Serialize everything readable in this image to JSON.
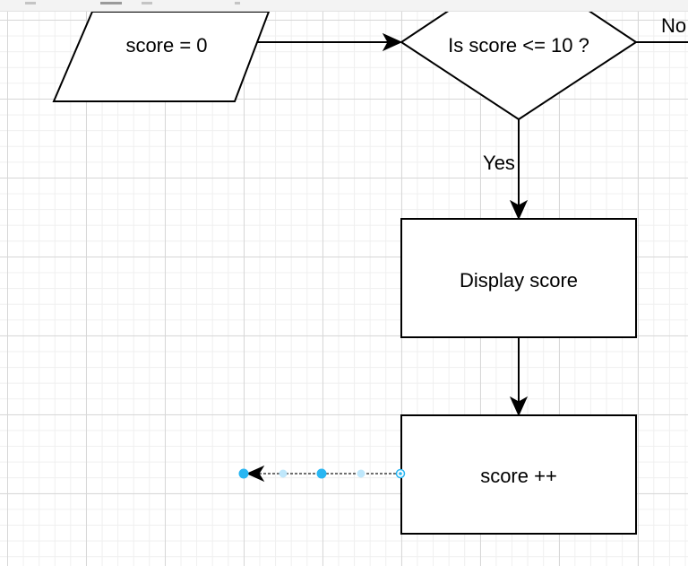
{
  "diagram": {
    "nodes": {
      "init": {
        "label": "score = 0",
        "shape": "parallelogram"
      },
      "decision": {
        "label": "Is score <= 10 ?",
        "shape": "diamond"
      },
      "display": {
        "label": "Display score",
        "shape": "rectangle"
      },
      "increment": {
        "label": "score ++",
        "shape": "rectangle"
      }
    },
    "edges": {
      "init_to_decision": {
        "label": ""
      },
      "decision_yes": {
        "label": "Yes"
      },
      "decision_no": {
        "label": "No"
      },
      "display_to_increment": {
        "label": ""
      },
      "increment_out": {
        "label": "",
        "selected": true
      }
    },
    "colors": {
      "stroke": "#000000",
      "selection_handle": "#29b6f2",
      "grid_major": "#d7d7d7",
      "grid_minor": "#efefef"
    }
  }
}
